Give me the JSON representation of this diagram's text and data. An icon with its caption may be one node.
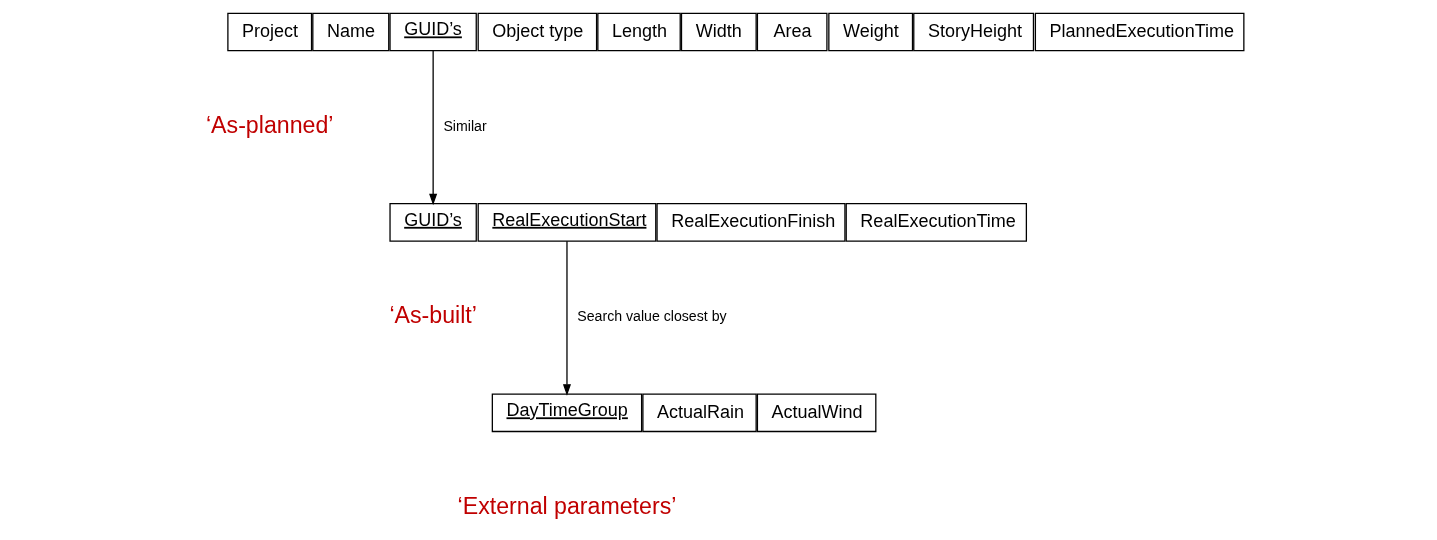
{
  "diagram": {
    "nodes": [
      {
        "text": [
          "Project"
        ]
      },
      {
        "text": [
          "Name"
        ]
      },
      {
        "text": [
          "GUID’s"
        ]
      },
      {
        "text": [
          "Object type"
        ]
      },
      {
        "text": [
          "Length"
        ]
      },
      {
        "text": [
          "Width"
        ]
      },
      {
        "text": [
          "Area"
        ]
      },
      {
        "text": [
          "Weight"
        ]
      },
      {
        "text": [
          "StoryHeight"
        ]
      },
      {
        "text": [
          "PlannedExecutionTime"
        ]
      },
      {
        "text": [
          "GUID’s"
        ]
      },
      {
        "text": [
          "RealExecutionStart"
        ]
      },
      {
        "text": [
          "RealExecutionFinish"
        ]
      },
      {
        "text": [
          "RealExecutionTime"
        ]
      },
      {
        "text": [
          "DayTimeGroup"
        ]
      },
      {
        "text": [
          "ActualRain"
        ]
      },
      {
        "text": [
          "ActualWind"
        ]
      }
    ],
    "edges": [
      {
        "from": 2,
        "to": 10,
        "arrow": "to",
        "label": "Similar"
      },
      {
        "from": 11,
        "to": 14,
        "arrow": "to",
        "label": "Search value closest by"
      }
    ],
    "labels": [
      "‘As-planned’",
      "‘As-built’",
      "‘External parameters’"
    ]
  }
}
